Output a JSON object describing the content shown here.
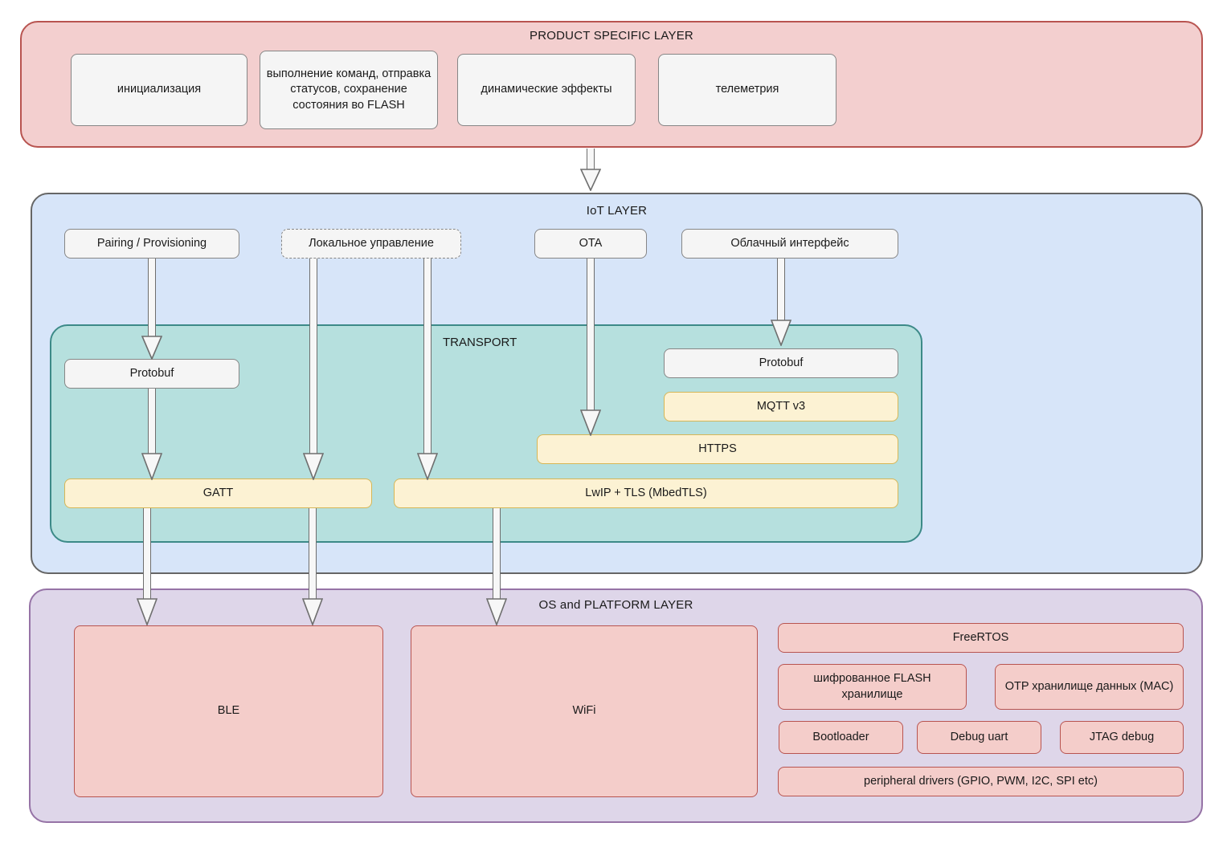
{
  "diagram": {
    "title": "IoT device firmware layered architecture",
    "colors": {
      "product_layer_bg": "#f3cfcf",
      "product_layer_border": "#b85450",
      "iot_layer_bg": "#d7e5f9",
      "iot_layer_border": "#666666",
      "transport_bg": "#b6e0de",
      "transport_border": "#3c8a88",
      "os_layer_bg": "#ded6e9",
      "os_layer_border": "#9673a6",
      "node_bg": "#f5f5f5",
      "node_border": "#868686",
      "yellow_bg": "#fcf2d3",
      "yellow_border": "#d6b656",
      "pink_bg": "#f4cdca",
      "pink_border": "#b85450",
      "arrow_fill": "#f7f7f7",
      "arrow_stroke": "#6e6e6e"
    }
  },
  "product_layer": {
    "title": "PRODUCT SPECIFIC LAYER",
    "boxes": [
      {
        "label": "инициализация"
      },
      {
        "label": "выполнение команд, отправка статусов, сохранение состояния во FLASH"
      },
      {
        "label": "динамические эффекты"
      },
      {
        "label": "телеметрия"
      }
    ]
  },
  "iot_layer": {
    "title": "IoT LAYER",
    "boxes": [
      {
        "label": "Pairing / Provisioning",
        "style": "solid"
      },
      {
        "label": "Локальное управление",
        "style": "dashed"
      },
      {
        "label": "OTA",
        "style": "solid"
      },
      {
        "label": "Облачный интерфейс",
        "style": "solid"
      }
    ],
    "transport": {
      "title": "TRANSPORT",
      "boxes": [
        {
          "label": "Protobuf",
          "style": "plain"
        },
        {
          "label": "Protobuf",
          "style": "plain"
        },
        {
          "label": "MQTT v3",
          "style": "yellow"
        },
        {
          "label": "HTTPS",
          "style": "yellow"
        },
        {
          "label": "GATT",
          "style": "yellow"
        },
        {
          "label": "LwIP + TLS (MbedTLS)",
          "style": "yellow"
        }
      ]
    }
  },
  "os_layer": {
    "title": "OS and PLATFORM LAYER",
    "radios": [
      {
        "label": "BLE"
      },
      {
        "label": "WiFi"
      }
    ],
    "platform_blocks": [
      {
        "label": "FreeRTOS"
      },
      {
        "label": "шифрованное FLASH хранилище"
      },
      {
        "label": "OTP хранилище данных (MAC)"
      },
      {
        "label": "Bootloader"
      },
      {
        "label": "Debug uart"
      },
      {
        "label": "JTAG debug"
      },
      {
        "label": "peripheral drivers (GPIO, PWM, I2C, SPI etc)"
      }
    ]
  },
  "arrows": [
    {
      "name": "product-to-iot",
      "from": "PRODUCT SPECIFIC LAYER",
      "to": "IoT LAYER"
    },
    {
      "name": "pairing-to-protobuf",
      "from": "Pairing / Provisioning",
      "to": "Protobuf"
    },
    {
      "name": "protobuf-to-gatt",
      "from": "Protobuf",
      "to": "GATT"
    },
    {
      "name": "local-control-to-gatt-left",
      "from": "Локальное управление",
      "to": "GATT"
    },
    {
      "name": "local-control-to-gatt-right",
      "from": "Локальное управление",
      "to": "GATT"
    },
    {
      "name": "ota-to-https",
      "from": "OTA",
      "to": "HTTPS"
    },
    {
      "name": "cloud-to-protobuf",
      "from": "Облачный интерфейс",
      "to": "Protobuf"
    },
    {
      "name": "gatt-to-ble-left",
      "from": "GATT",
      "to": "BLE"
    },
    {
      "name": "gatt-to-ble-right",
      "from": "GATT",
      "to": "BLE"
    },
    {
      "name": "lwip-to-wifi",
      "from": "LwIP + TLS (MbedTLS)",
      "to": "WiFi"
    }
  ]
}
